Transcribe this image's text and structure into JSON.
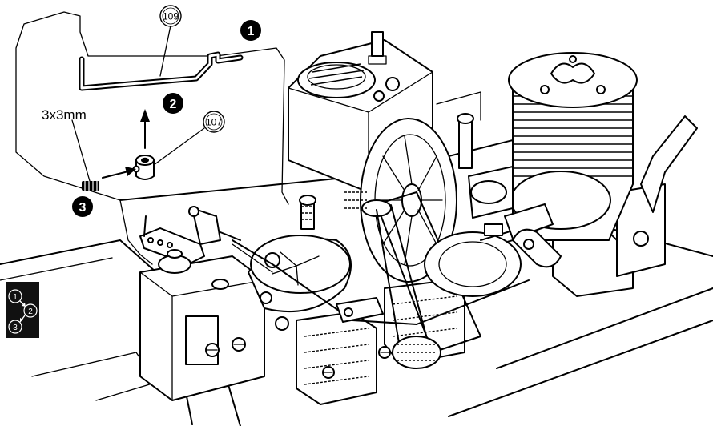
{
  "parts": {
    "wire_rod": "109",
    "collar": "107"
  },
  "screw_size": "3x3mm",
  "steps": {
    "one": "1",
    "two": "2",
    "three": "3"
  },
  "sequence_badge": {
    "one": "1",
    "two": "2",
    "three": "3"
  },
  "colors": {
    "ink": "#000000",
    "paper": "#ffffff",
    "badge": "#111111"
  }
}
